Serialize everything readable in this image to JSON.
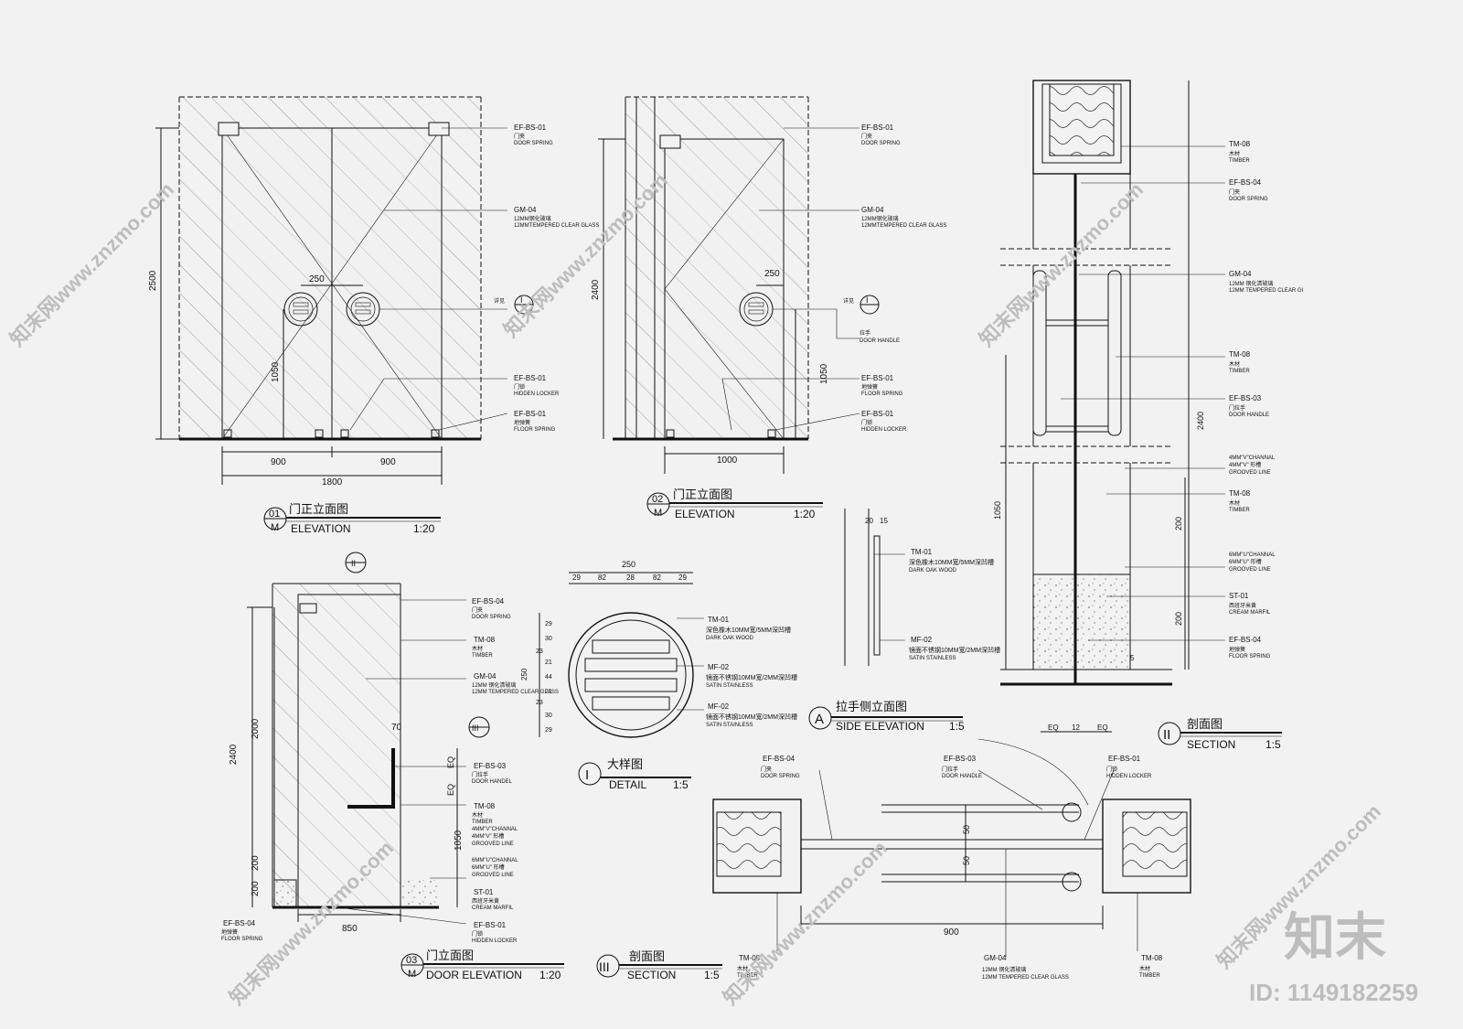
{
  "watermark": {
    "site_text": "知末网www.znzmo.com",
    "brand": "知末",
    "id_text": "ID: 1149182259"
  },
  "views": {
    "v01": {
      "num": "01",
      "sheet": "M",
      "title_cn": "门正立面图",
      "title_en": "ELEVATION",
      "scale": "1:20",
      "dims": {
        "height": "2500",
        "leaf_left": "900",
        "leaf_right": "900",
        "total": "1800",
        "handle_gap": "250",
        "handle_h": "1050"
      },
      "section_mark": "I"
    },
    "v02": {
      "num": "02",
      "sheet": "M",
      "title_cn": "门正立面图",
      "title_en": "ELEVATION",
      "scale": "1:20",
      "dims": {
        "height": "2400",
        "width": "1000",
        "handle_gap": "250",
        "handle_h": "1050"
      },
      "section_mark": "I"
    },
    "v03": {
      "num": "03",
      "sheet": "M",
      "title_cn": "门立面图",
      "title_en": "DOOR ELEVATION",
      "scale": "1:20",
      "dims": {
        "height": "2400",
        "h2000": "2000",
        "h200a": "200",
        "h200b": "200",
        "width": "850",
        "handle_w": "70",
        "eq1": "EQ",
        "eq2": "EQ",
        "handle_h": "1050"
      },
      "mark_ii": "II",
      "mark_iii": "III"
    },
    "vA": {
      "mark": "A",
      "title_cn": "拉手侧立面图",
      "title_en": "SIDE ELEVATION",
      "scale": "1:5",
      "dims": {
        "d1": "20",
        "d2": "15"
      }
    },
    "vI": {
      "mark": "I",
      "title_cn": "大样图",
      "title_en": "DETAIL",
      "scale": "1:5",
      "dims": {
        "total": "250",
        "top": [
          "29",
          "82",
          "28",
          "82",
          "29"
        ],
        "side_total": "250",
        "side": [
          "29",
          "30",
          "23",
          "21",
          "44",
          "21",
          "23",
          "30",
          "29"
        ]
      }
    },
    "vII": {
      "mark": "II",
      "title_cn": "剖面图",
      "title_en": "SECTION",
      "scale": "1:5",
      "dims": {
        "h2400": "2400",
        "h1050": "1050",
        "h200a": "200",
        "h200b": "200",
        "eq_left": "EQ",
        "mid": "12",
        "eq_right": "EQ",
        "five": "5"
      }
    },
    "vIII": {
      "mark": "III",
      "title_cn": "剖面图",
      "title_en": "SECTION",
      "scale": "1:5",
      "dims": {
        "width": "900",
        "d50a": "50",
        "d50b": "50"
      }
    }
  },
  "tags": {
    "efbs01": "EF-BS-01",
    "efbs03": "EF-BS-03",
    "efbs04": "EF-BS-04",
    "gm04": "GM-04",
    "tm01": "TM-01",
    "tm08": "TM-08",
    "mf02": "MF-02",
    "st01": "ST-01"
  },
  "notes": {
    "door_spring_cn": "门夹",
    "door_spring_en": "DOOR SPRING",
    "glass_cn": "12MM钢化玻璃",
    "glass_en": "12MMTEMPERED CLEAR GLASS",
    "glass_en2": "12MM TEMPERED CLEAR GLASS",
    "glass_en3": "12MM TEMPERED CLEAR GI",
    "glass_cn2": "12MM 钢化清玻璃",
    "hidden_locker_cn": "门锁",
    "hidden_locker_en": "HIDDEN LOCKER",
    "floor_spring_cn": "地弹簧",
    "floor_spring_en": "FLOOR SPRING",
    "detail_see": "详见",
    "handle_cn": "拉手",
    "handle_en": "DOOR HANDLE",
    "handle_cn2": "门拉手",
    "handle_handel_en": "DOOR HANDEL",
    "timber_cn": "木材",
    "timber_en": "TIMBER",
    "v_groove_cn": "4MM\"V\" 形槽",
    "v_groove_en": "4MM\"V\"CHANNAL",
    "grooved_line": "GROOVED LINE",
    "u_groove_cn": "6MM\"U\" 形槽",
    "u_groove_en": "6MM\"U\"CHANNAL",
    "marble_cn": "西班牙米黄",
    "marble_en": "CREAM MARFIL",
    "oak_cn": "深色橡木10MM宽/5MM深凹槽",
    "oak_en": "DARK OAK WOOD",
    "stain_cn": "镜面不锈钢10MM宽/2MM深凹槽",
    "stain_en": "SATIN STAINLESS"
  }
}
